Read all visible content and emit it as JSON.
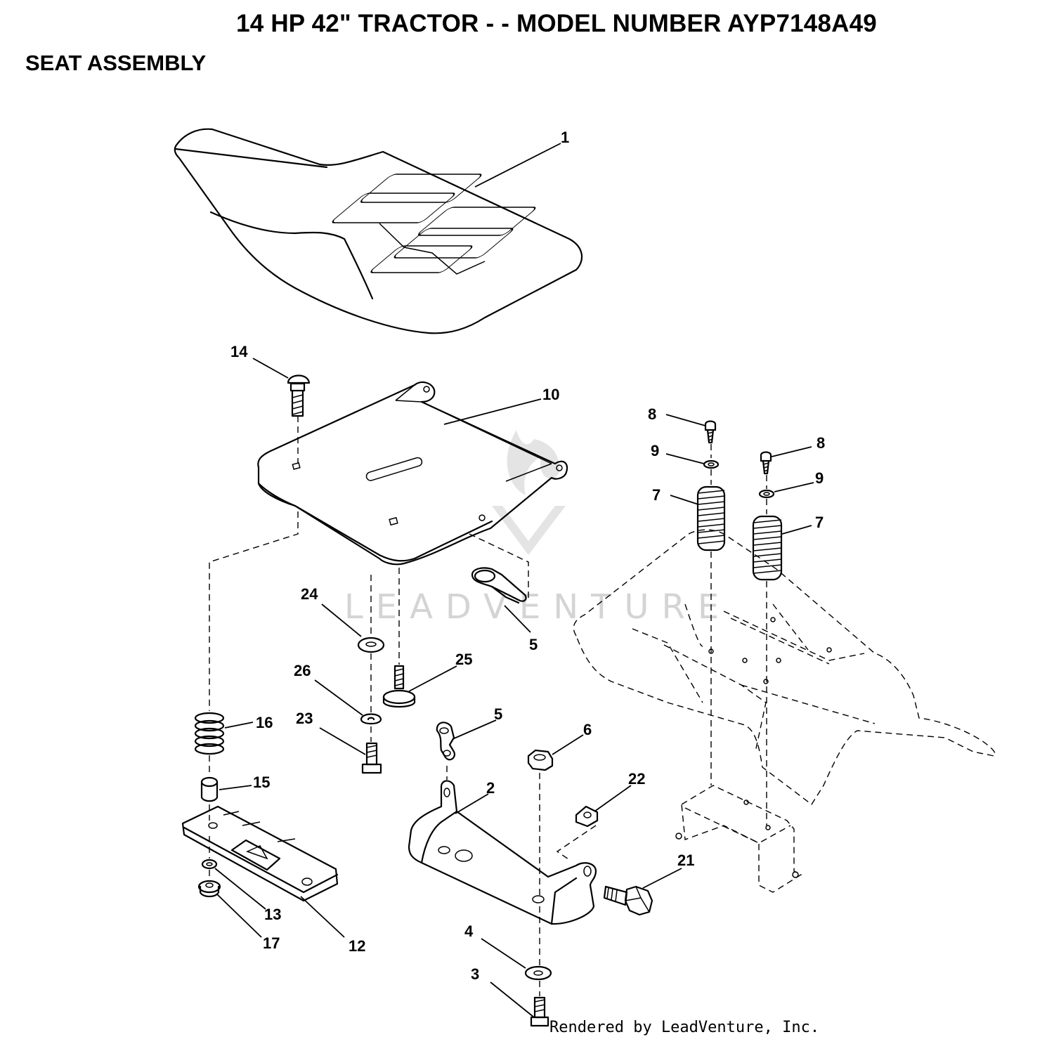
{
  "title": "14 HP 42\" TRACTOR - - MODEL NUMBER AYP7148A49",
  "section": "SEAT ASSEMBLY",
  "credit": "Rendered by LeadVenture, Inc.",
  "watermark": "LEADVENTURE",
  "callouts": [
    "1",
    "14",
    "10",
    "8",
    "9",
    "7",
    "8",
    "9",
    "7",
    "24",
    "5",
    "25",
    "26",
    "16",
    "23",
    "5",
    "6",
    "15",
    "2",
    "22",
    "21",
    "13",
    "17",
    "12",
    "4",
    "3"
  ]
}
